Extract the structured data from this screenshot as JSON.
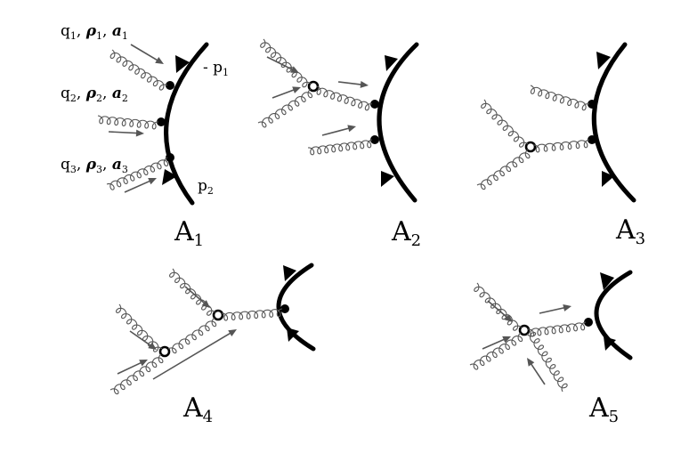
{
  "labels": {
    "momentum_1": {
      "q": "q",
      "q_sub": "1",
      "rho": "ρ",
      "rho_sub": "1",
      "a": "a",
      "a_sub": "1"
    },
    "momentum_2": {
      "q": "q",
      "q_sub": "2",
      "rho": "ρ",
      "rho_sub": "2",
      "a": "a",
      "a_sub": "2"
    },
    "momentum_3": {
      "q": "q",
      "q_sub": "3",
      "rho": "ρ",
      "rho_sub": "3",
      "a": "a",
      "a_sub": "3"
    },
    "p1": {
      "prefix": "- p",
      "sub": "1"
    },
    "p2": {
      "prefix": "p",
      "sub": "2"
    }
  },
  "diagrams": [
    {
      "id": "A1",
      "letter": "A",
      "sub": "1"
    },
    {
      "id": "A2",
      "letter": "A",
      "sub": "2"
    },
    {
      "id": "A3",
      "letter": "A",
      "sub": "3"
    },
    {
      "id": "A4",
      "letter": "A",
      "sub": "4"
    },
    {
      "id": "A5",
      "letter": "A",
      "sub": "5"
    }
  ],
  "colors": {
    "quark": "#000000",
    "gluon": "#555555",
    "arrow": "#555555"
  }
}
